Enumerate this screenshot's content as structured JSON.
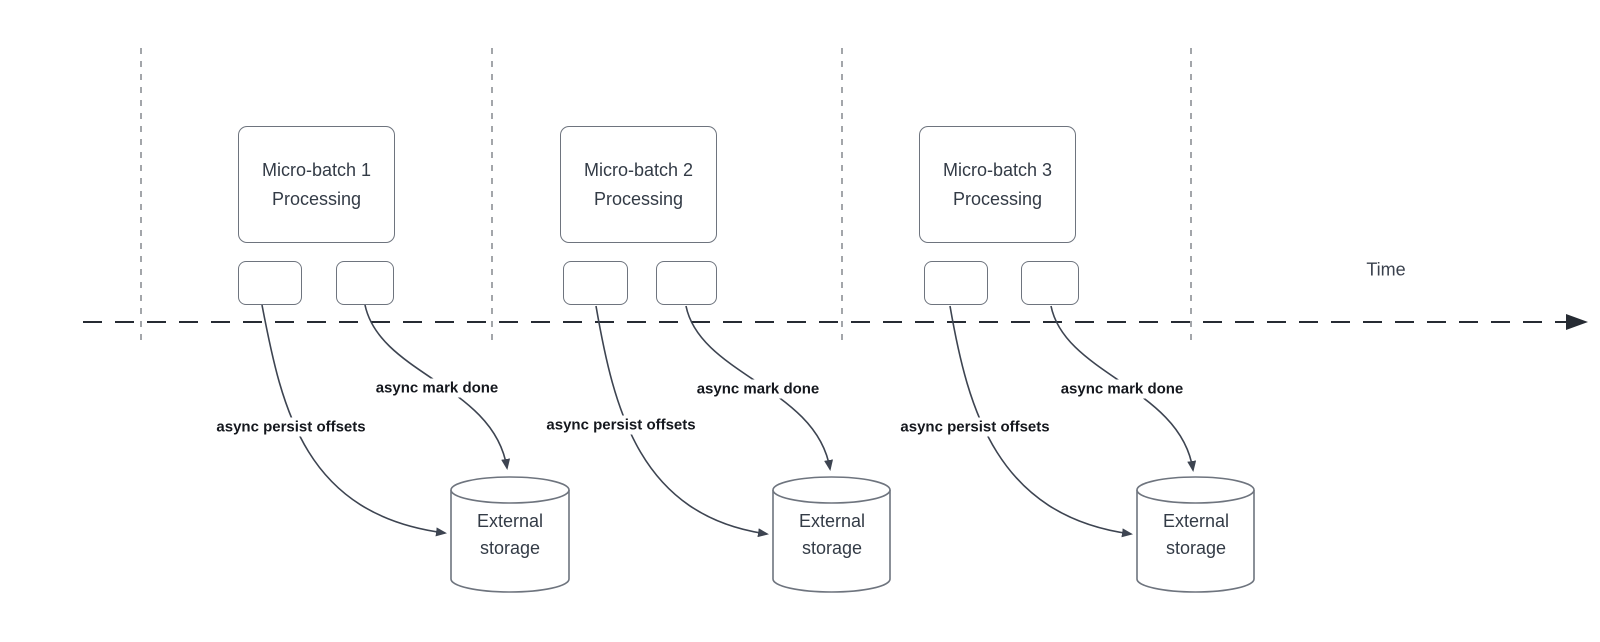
{
  "diagram": {
    "time_axis_label": "Time",
    "groups": [
      {
        "title_line1": "Micro-batch 1",
        "title_line2": "Processing",
        "persist_label": "async persist offsets",
        "mark_done_label": "async mark done",
        "storage_line1": "External",
        "storage_line2": "storage"
      },
      {
        "title_line1": "Micro-batch 2",
        "title_line2": "Processing",
        "persist_label": "async persist offsets",
        "mark_done_label": "async mark done",
        "storage_line1": "External",
        "storage_line2": "storage"
      },
      {
        "title_line1": "Micro-batch 3",
        "title_line2": "Processing",
        "persist_label": "async persist offsets",
        "mark_done_label": "async mark done",
        "storage_line1": "External",
        "storage_line2": "storage"
      }
    ]
  },
  "colors": {
    "shape_stroke": "#6e747e",
    "connector": "#3d4451",
    "axis": "#262b33",
    "gridline": "#a3a6aa",
    "box_text": "#333b46",
    "label_text": "#15181e"
  }
}
